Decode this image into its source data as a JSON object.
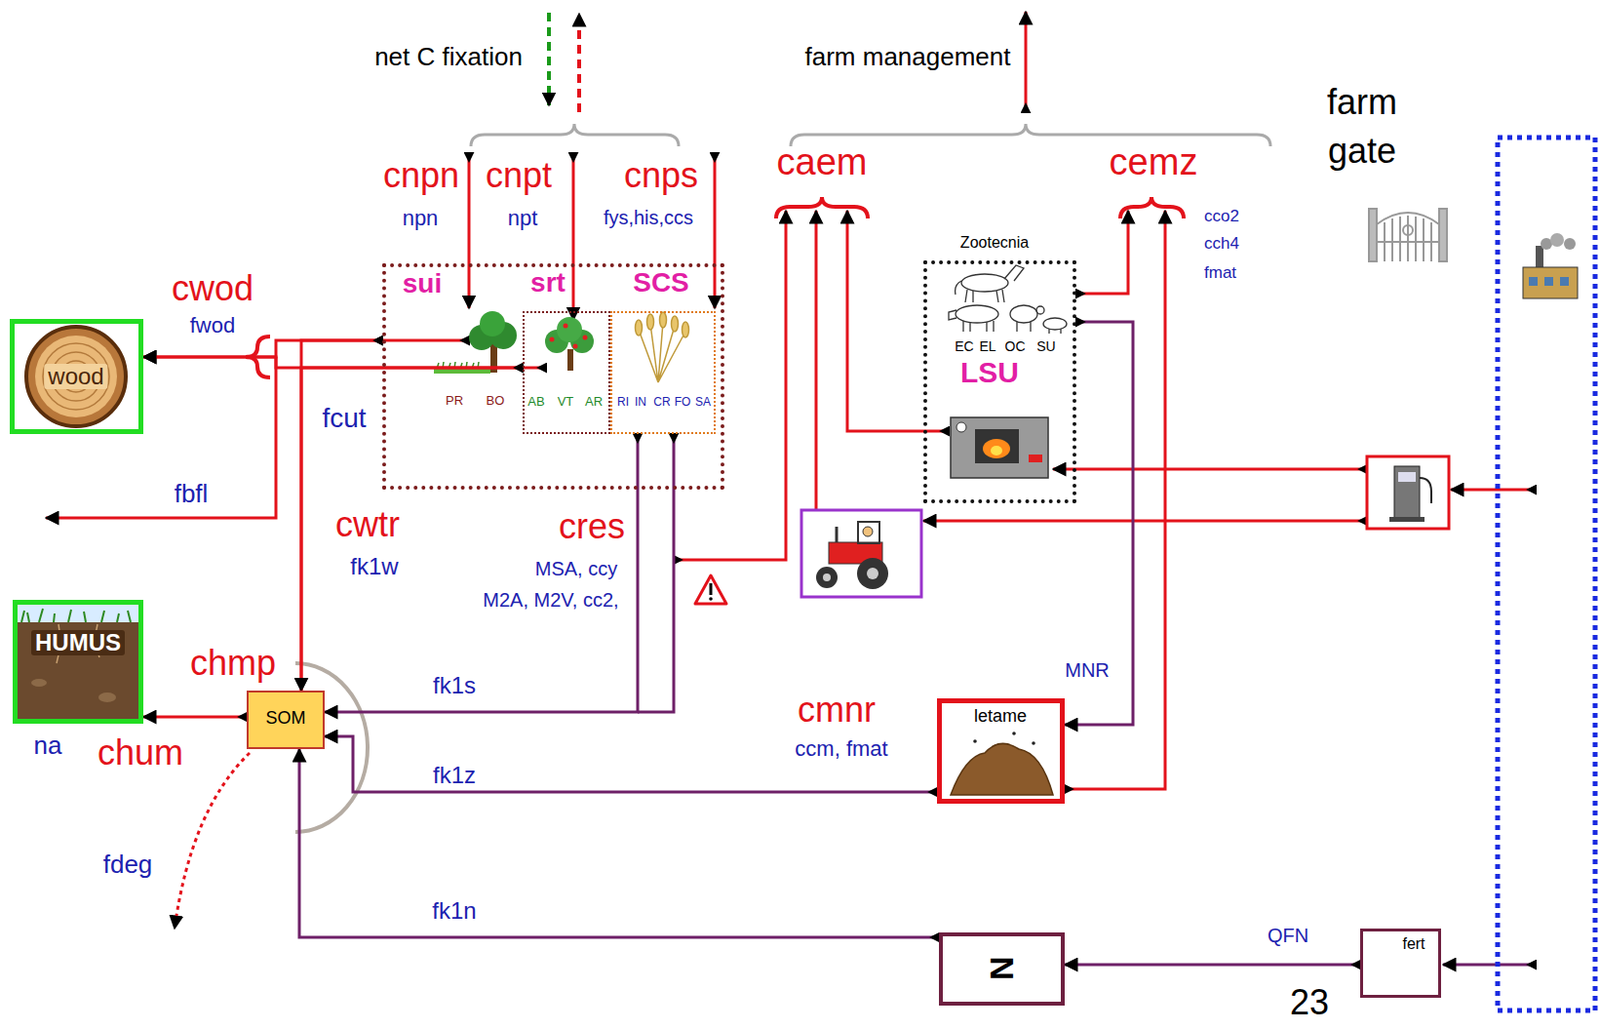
{
  "diagram": {
    "nodes": [
      {
        "text": [
          "sui",
          "PR",
          "BO"
        ]
      },
      {
        "text": [
          "srt",
          "AB",
          "VT",
          "AR"
        ],
        "in": 0
      },
      {
        "text": [
          "SCS",
          "RI",
          "IN",
          "CR",
          "FO",
          "SA"
        ],
        "in": 0
      },
      {
        "text": [
          "wood"
        ]
      },
      {
        "text": [
          "Zootecnia",
          "EC",
          "EL",
          "OC",
          "SU",
          "LSU"
        ]
      },
      {
        "text": [
          "HUMUS"
        ]
      },
      {
        "text": [
          "SOM"
        ]
      },
      {
        "text": [
          "letame"
        ]
      },
      {
        "text": [
          "N"
        ]
      },
      {
        "text": [
          "fert"
        ]
      }
    ],
    "edges": [
      {
        "from": 0,
        "to": 3,
        "arrow": "to"
      },
      {
        "from": 1,
        "to": 3,
        "arrow": "to"
      },
      {
        "from": 0,
        "to": 6,
        "arrow": "to"
      },
      {
        "from": 1,
        "to": 6,
        "arrow": "to"
      },
      {
        "from": 2,
        "to": 6,
        "arrow": "to"
      },
      {
        "from": 7,
        "to": 6,
        "arrow": "to"
      },
      {
        "from": 8,
        "to": 6,
        "arrow": "to"
      },
      {
        "from": 6,
        "to": 5,
        "arrow": "to"
      },
      {
        "from": 4,
        "to": 7,
        "arrow": "to"
      },
      {
        "from": 9,
        "to": 8,
        "arrow": "to"
      }
    ],
    "labels": [
      "net C fixation",
      "farm management",
      "farm gate",
      "cnpn",
      "npn",
      "cnpt",
      "npt",
      "cnps",
      "fys,his,ccs",
      "caem",
      "cemz",
      "cco2",
      "cch4",
      "fmat",
      "cwod",
      "fwod",
      "fcut",
      "fbfl",
      "cwtr",
      "fk1w",
      "cres",
      "MSA, ccy",
      "M2A, M2V, cc2,",
      "chmp",
      "chum",
      "na",
      "fdeg",
      "fk1s",
      "fk1z",
      "fk1n",
      "MNR",
      "cmnr",
      "ccm, fmat",
      "QFN",
      "23"
    ]
  }
}
